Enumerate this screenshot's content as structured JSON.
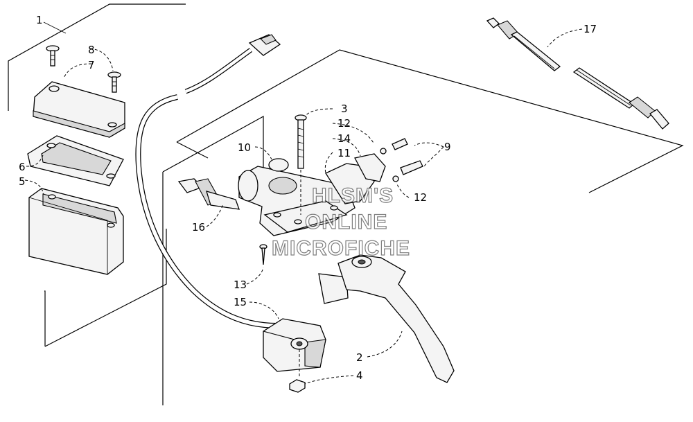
{
  "diagram": {
    "callouts": {
      "c1": "1",
      "c2": "2",
      "c3": "3",
      "c4": "4",
      "c5": "5",
      "c6": "6",
      "c7": "7",
      "c8": "8",
      "c9": "9",
      "c10": "10",
      "c11": "11",
      "c12a": "12",
      "c12b": "12",
      "c13": "13",
      "c14": "14",
      "c15": "15",
      "c16": "16",
      "c17": "17"
    },
    "watermark": [
      "HLSM'S",
      "ONLINE",
      "MICROFICHE"
    ]
  }
}
